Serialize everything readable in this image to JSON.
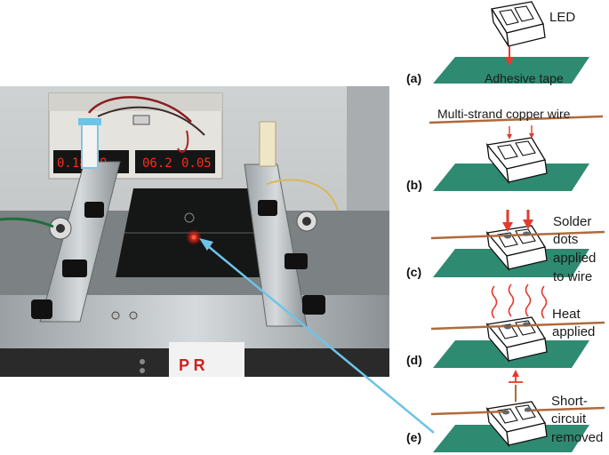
{
  "photo": {
    "description_icon": "lab-photo",
    "displays": [
      "0.18",
      "",
      "06.2",
      "0.05"
    ],
    "logo_text": "P R"
  },
  "panels": [
    {
      "id": "(a)",
      "labels": [
        "LED",
        "Adhesive tape"
      ]
    },
    {
      "id": "(b)",
      "labels": [
        "Multi-strand copper wire"
      ]
    },
    {
      "id": "(c)",
      "labels": [
        "Solder",
        "dots",
        "applied",
        "to wire"
      ]
    },
    {
      "id": "(d)",
      "labels": [
        "Heat",
        "applied"
      ]
    },
    {
      "id": "(e)",
      "labels": [
        "Short-",
        "circuit",
        "removed"
      ]
    }
  ],
  "colors": {
    "tape": "#2f8a72",
    "wire": "#b06a3a",
    "arrow": "#e33b2e",
    "pointer": "#6ec4e8"
  }
}
